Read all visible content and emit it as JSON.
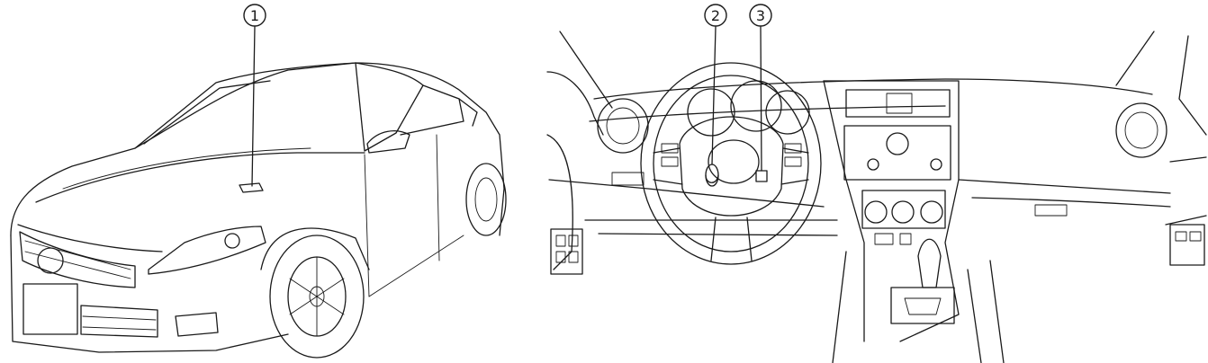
{
  "callouts": [
    {
      "label": "1"
    },
    {
      "label": "2"
    },
    {
      "label": "3"
    }
  ],
  "colors": {
    "line": "#1a1a1a",
    "background": "#ffffff"
  },
  "views": [
    "car-exterior-view",
    "dashboard-interior-view"
  ]
}
